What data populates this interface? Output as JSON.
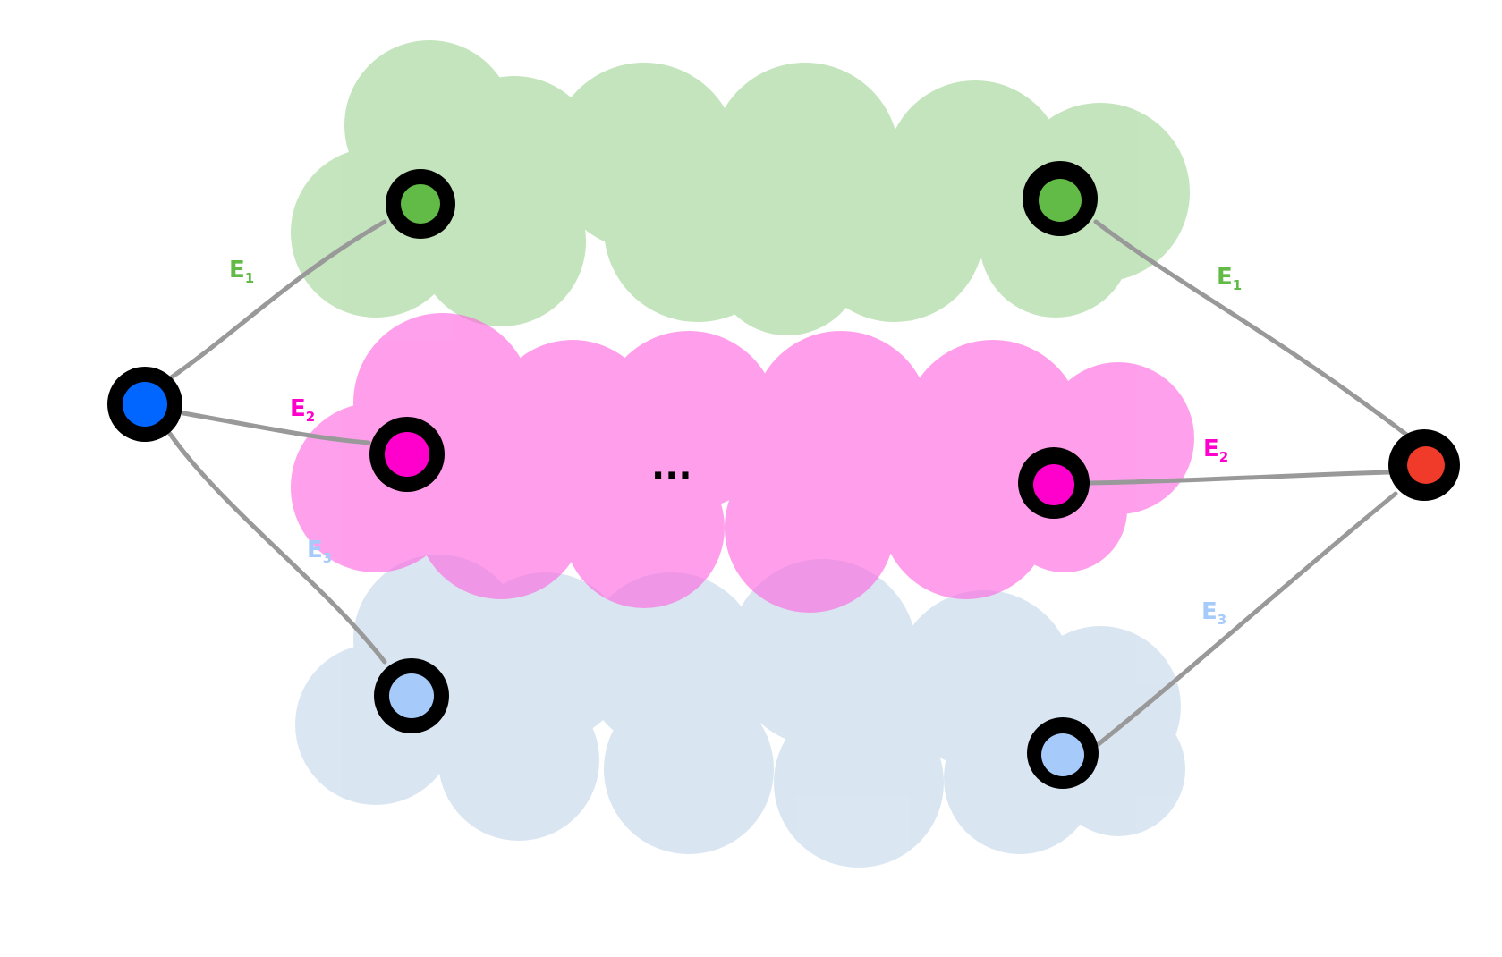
{
  "colors": {
    "green_region": "#9fd594",
    "pink_region": "#ff66e0",
    "blue_region": "#c3d6ea",
    "green_node": "#61bb46",
    "pink_node": "#ff00cc",
    "lightblue_node": "#a6cbfa",
    "source_node": "#0066ff",
    "target_node": "#f03a2a",
    "edge": "#999999",
    "label_E1": "#61bb46",
    "label_E2": "#ff00cc",
    "label_E3": "#a6cbfa"
  },
  "labels": {
    "left_E1": {
      "main": "E",
      "sub": "1"
    },
    "left_E2": {
      "main": "E",
      "sub": "2"
    },
    "left_E3": {
      "main": "E",
      "sub": "3"
    },
    "right_E1": {
      "main": "E",
      "sub": "1"
    },
    "right_E2": {
      "main": "E",
      "sub": "2"
    },
    "right_E3": {
      "main": "E",
      "sub": "3"
    }
  },
  "ellipsis": "..."
}
